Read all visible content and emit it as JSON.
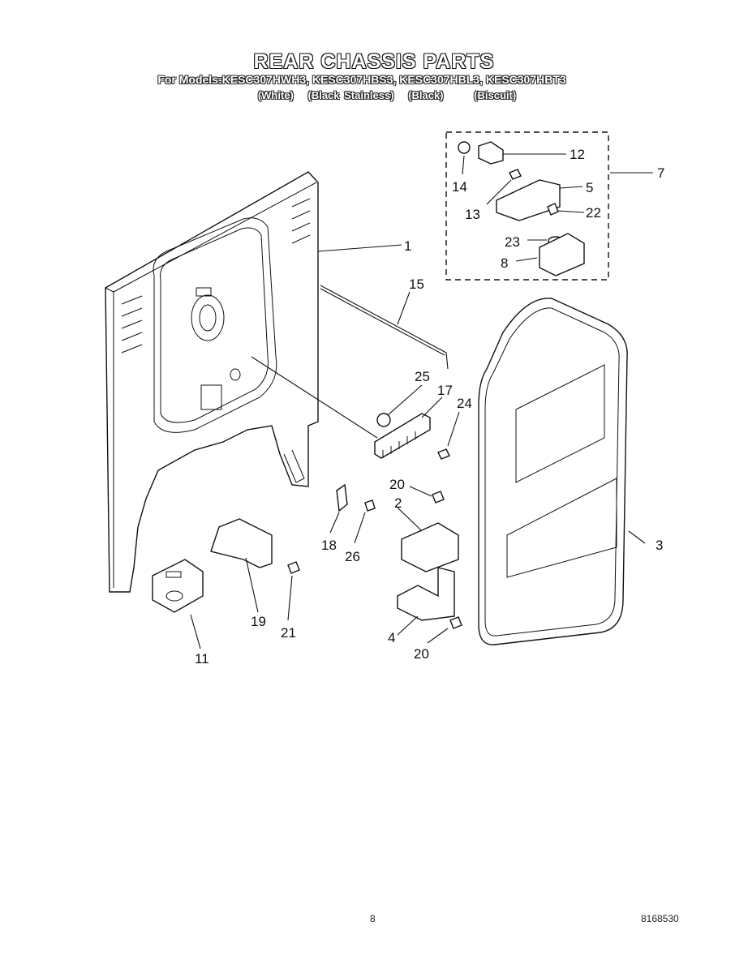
{
  "title": "REAR CHASSIS PARTS",
  "models_line": "For Models:KESC307HWH3, KESC307HBS3, KESC307HBL3, KESC307HBT3",
  "colors": [
    "(White)",
    "(Black Stainless)",
    "(Black)",
    "(Biscuit)"
  ],
  "callouts": {
    "c1": "1",
    "c2": "2",
    "c3": "3",
    "c4": "4",
    "c5": "5",
    "c7": "7",
    "c8": "8",
    "c11": "11",
    "c12": "12",
    "c13": "13",
    "c14": "14",
    "c15": "15",
    "c17": "17",
    "c18": "18",
    "c19": "19",
    "c20a": "20",
    "c20b": "20",
    "c21": "21",
    "c22": "22",
    "c23": "23",
    "c24": "24",
    "c25": "25",
    "c26": "26"
  },
  "footer": {
    "page_number": "8",
    "part_number": "8168530"
  }
}
